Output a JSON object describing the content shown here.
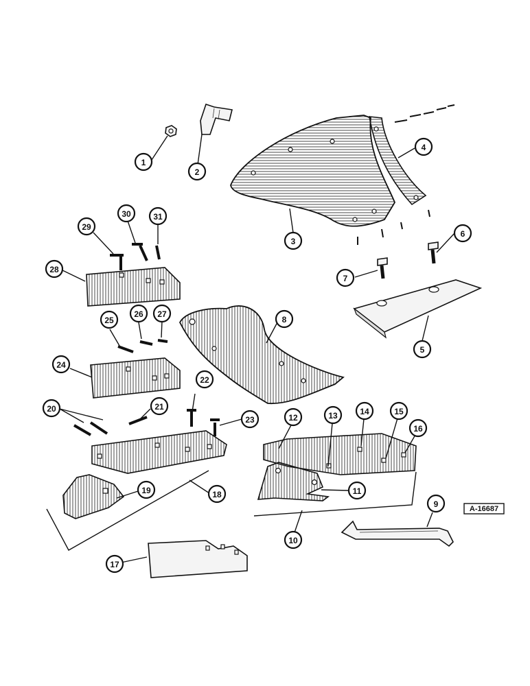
{
  "reference_code": "A-16687",
  "callouts": [
    "1",
    "2",
    "3",
    "4",
    "5",
    "6",
    "7",
    "8",
    "9",
    "10",
    "11",
    "12",
    "13",
    "14",
    "15",
    "16",
    "17",
    "18",
    "19",
    "20",
    "21",
    "22",
    "23",
    "24",
    "25",
    "26",
    "27",
    "28",
    "29",
    "30",
    "31"
  ]
}
